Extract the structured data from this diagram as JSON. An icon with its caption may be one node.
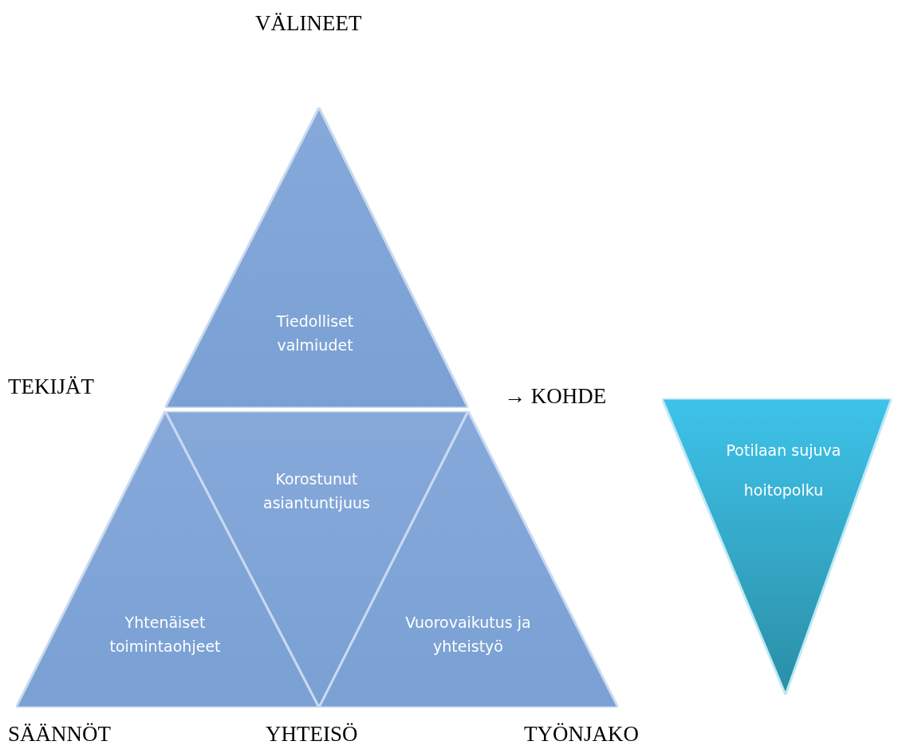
{
  "diagram": {
    "nodes": [
      {
        "text": [
          "Tiedolliset valmiudet"
        ]
      },
      {
        "text": [
          "Korostunut asiantuntijuus"
        ]
      },
      {
        "text": [
          "Yhtenäiset toimintaohjeet"
        ]
      },
      {
        "text": [
          "Vuorovaikutus ja yhteistyö"
        ]
      },
      {
        "text": [
          "Potilaan sujuva hoitopolku"
        ]
      }
    ],
    "labels": [
      "VÄLINEET",
      "TEKIJÄT",
      "→ KOHDE",
      "SÄÄNNÖT",
      "YHTEISÖ",
      "TYÖNJAKO"
    ]
  }
}
